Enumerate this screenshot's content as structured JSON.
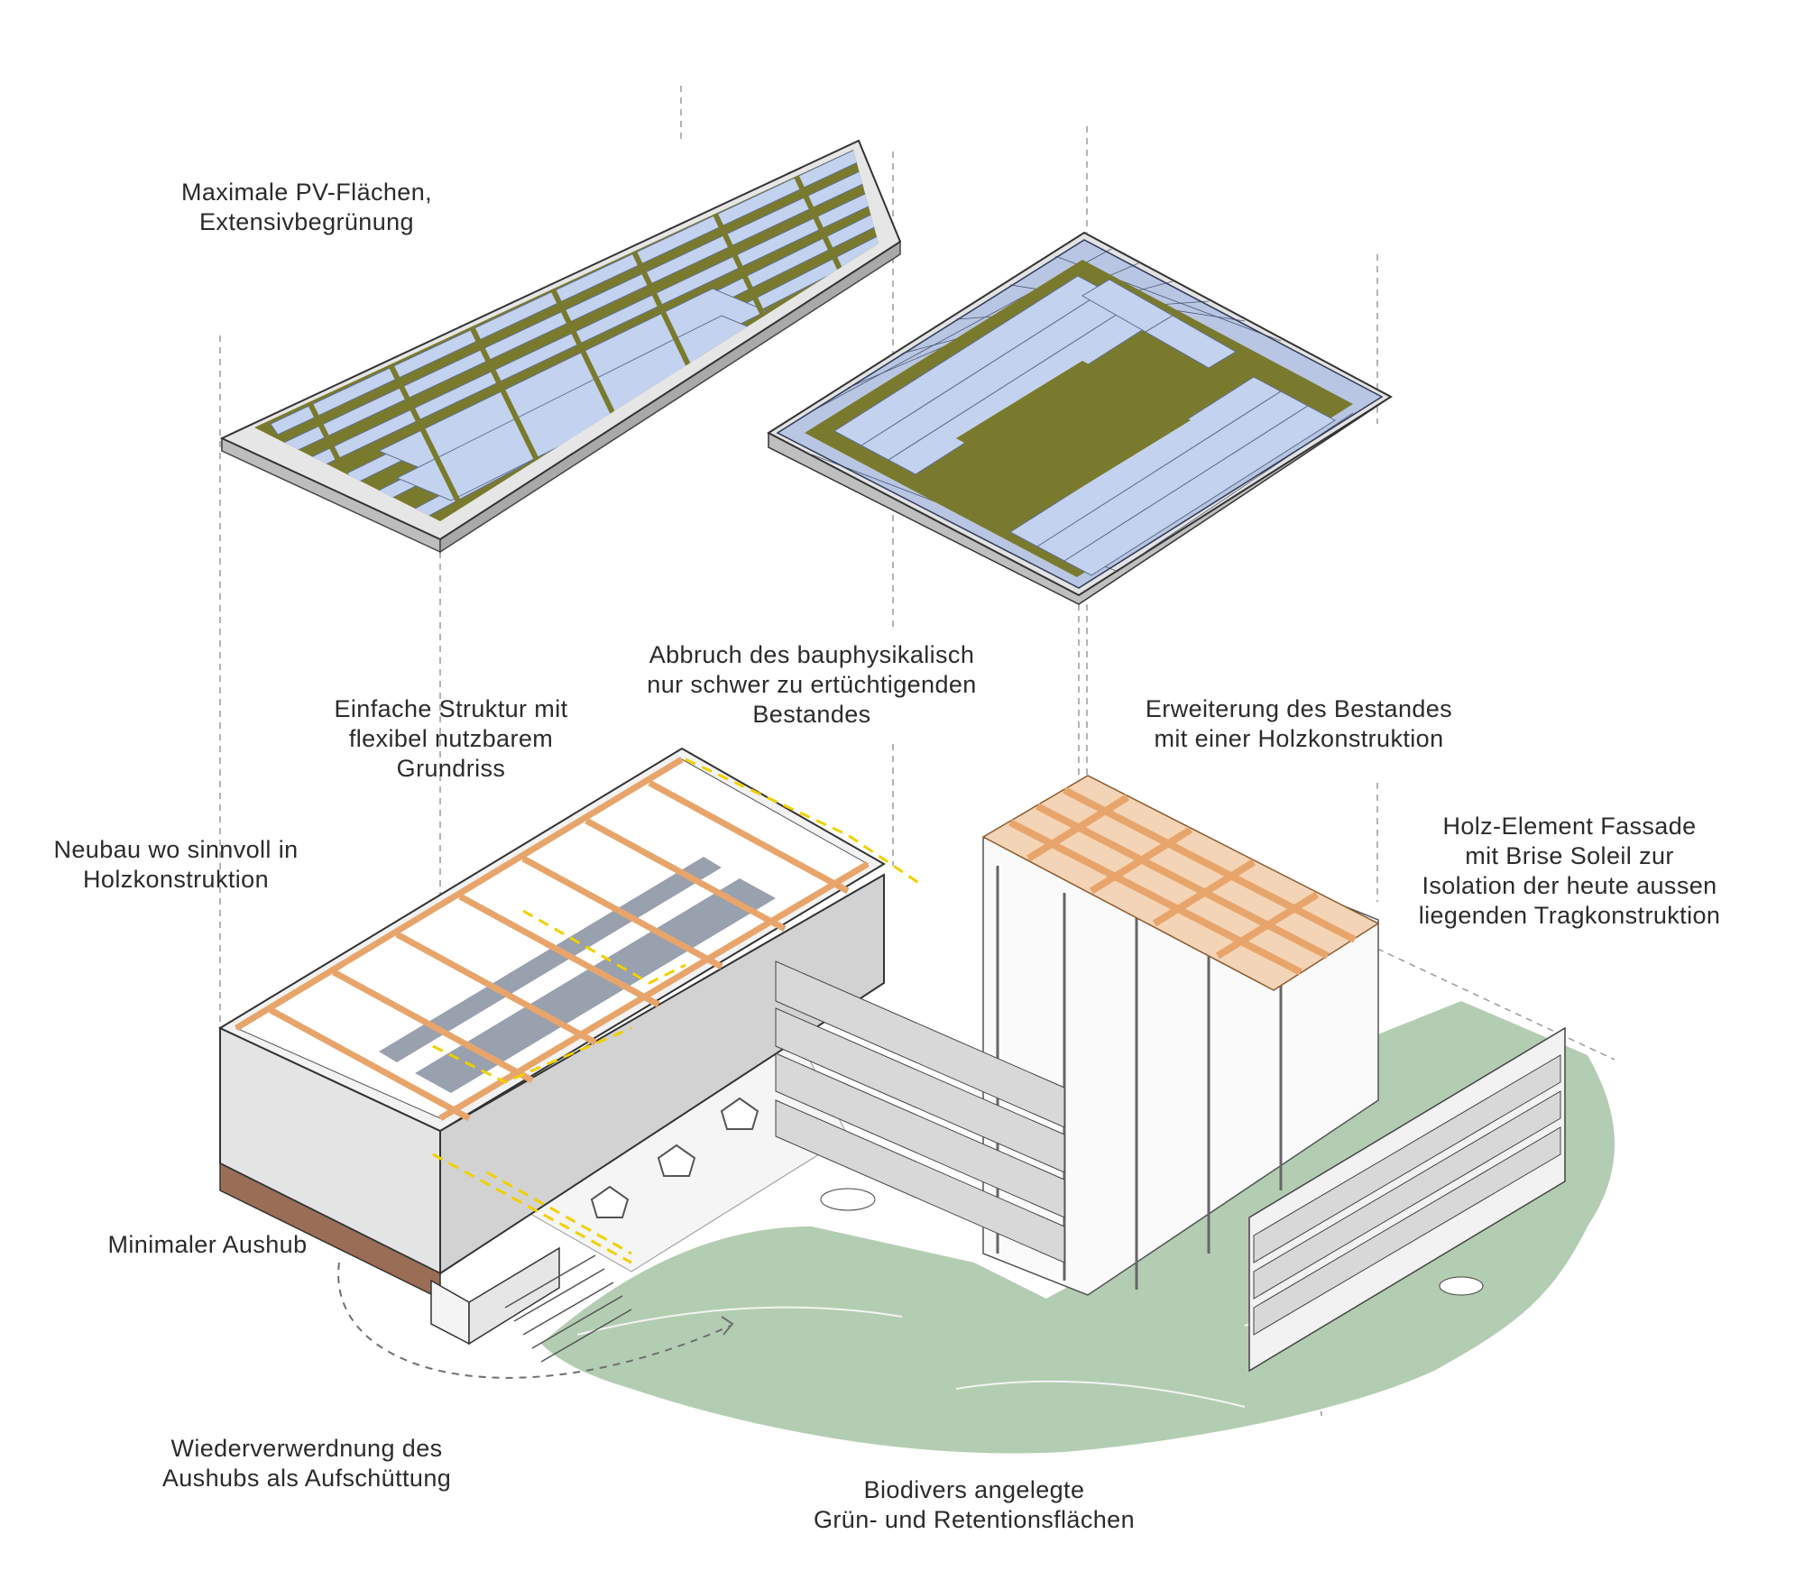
{
  "labels": {
    "pv": [
      "Maximale PV-Flächen,",
      "Extensivbegrünung"
    ],
    "einfach": [
      "Einfache Struktur mit",
      "flexibel nutzbarem",
      "Grundriss"
    ],
    "abbruch": [
      "Abbruch des bauphysikalisch",
      "nur schwer zu ertüchtigenden",
      "Bestandes"
    ],
    "erweiterung": [
      "Erweiterung des Bestandes",
      "mit einer Holzkonstruktion"
    ],
    "holzfassade": [
      "Holz-Element Fassade",
      "mit Brise Soleil zur",
      "Isolation der heute aussen",
      "liegenden Tragkonstruktion"
    ],
    "neubau": [
      "Neubau wo sinnvoll in",
      "Holzkonstruktion"
    ],
    "aushub": [
      "Minimaler Aushub"
    ],
    "wiederverwendung": [
      "Wiederverwerdnung des",
      "Aushubs als Aufschüttung"
    ],
    "biodivers": [
      "Biodivers angelegte",
      "Grün- und Retentionsflächen"
    ]
  },
  "colors": {
    "pv_panel": "#c3d2ee",
    "green_roof": "#7a7a2e",
    "timber": "#e8a56b",
    "landscape": "#b3cdb3",
    "excavation": "#9a6e55",
    "circulation": "#f0d000",
    "glass_floor": "#8f96a6",
    "wall": "#e4e4e4",
    "guide_line": "#999999"
  }
}
